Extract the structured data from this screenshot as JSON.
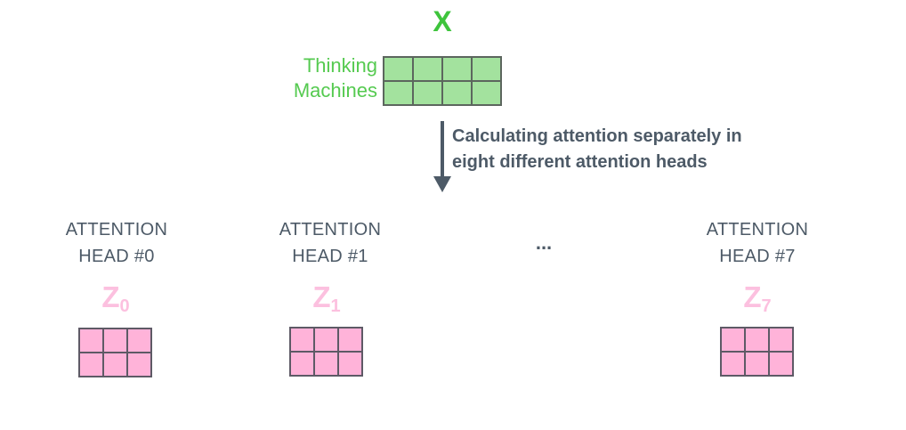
{
  "figure": {
    "input": {
      "matrix_label": "X",
      "brand_line1": "Thinking",
      "brand_line2": "Machines",
      "matrix": {
        "rows": 2,
        "cols": 4
      }
    },
    "transition": {
      "caption_line1": "Calculating attention separately in",
      "caption_line2": "eight different attention heads"
    },
    "ellipsis": "...",
    "heads": [
      {
        "title_line1": "ATTENTION",
        "title_line2": "HEAD #0",
        "output_symbol": "Z",
        "output_subscript": "0",
        "matrix": {
          "rows": 2,
          "cols": 3
        }
      },
      {
        "title_line1": "ATTENTION",
        "title_line2": "HEAD #1",
        "output_symbol": "Z",
        "output_subscript": "1",
        "matrix": {
          "rows": 2,
          "cols": 3
        }
      },
      {
        "title_line1": "ATTENTION",
        "title_line2": "HEAD #7",
        "output_symbol": "Z",
        "output_subscript": "7",
        "matrix": {
          "rows": 2,
          "cols": 3
        }
      }
    ],
    "colors": {
      "x_label_green": "#3ec43c",
      "brand_green": "#55ca50",
      "matrix_green_fill": "#a3e29e",
      "matrix_green_border": "#5c665e",
      "matrix_pink_fill": "#ffb3d9",
      "matrix_pink_border": "#5e5a66",
      "z_label_pink": "#fcc0df",
      "slate_text": "#4d5a67"
    }
  }
}
